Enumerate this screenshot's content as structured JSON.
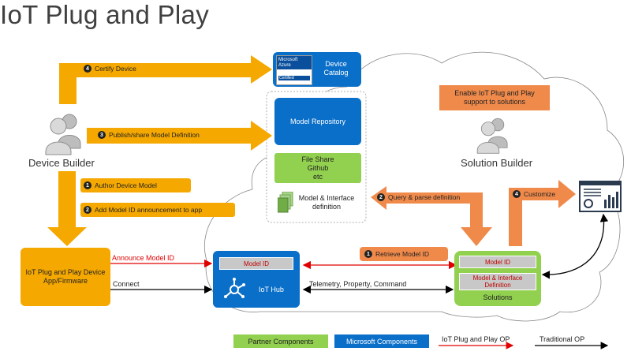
{
  "title": "IoT Plug and Play",
  "device_builder": "Device Builder",
  "solution_builder": "Solution Builder",
  "steps": {
    "certify": {
      "num": "4",
      "text": "Certify Device"
    },
    "publish": {
      "num": "3",
      "text": "Publish/share Model Definition"
    },
    "author": {
      "num": "1",
      "text": "Author Device Model"
    },
    "add_model_id": {
      "num": "2",
      "text": "Add Model ID announcement to app"
    },
    "query_parse": {
      "num": "2",
      "text": "Query & parse definition"
    },
    "customize": {
      "num": "4",
      "text": "Customize"
    },
    "retrieve": {
      "num": "1",
      "text": "Retrieve Model ID"
    }
  },
  "device_catalog": {
    "label": "Device Catalog",
    "badge_line1": "Microsoft",
    "badge_line2": "Azure",
    "badge_line3": "Certified"
  },
  "model_repository": "Model Repository",
  "file_share": "File Share\nGithub\netc",
  "model_interface_def": "Model & Interface\ndefinition",
  "enable_note": "Enable IoT Plug and Play\nsupport to solutions",
  "device_app": "IoT Plug and Play Device\nApp/Firmware",
  "iot_hub": {
    "model_id": "Model ID",
    "label": "IoT Hub"
  },
  "solutions": {
    "model_id": "Model ID",
    "model_def": "Model & Interface\nDefinition",
    "label": "Solutions"
  },
  "edges": {
    "announce": "Announce Model ID",
    "connect": "Connect",
    "telemetry": "Telemetry, Property, Command"
  },
  "legend": {
    "partner": "Partner Components",
    "microsoft": "Microsoft Components",
    "pnp_op": "IoT Plug and Play OP",
    "traditional_op": "Traditional OP"
  },
  "colors": {
    "orange": "#f5a800",
    "blue": "#0a6fc9",
    "green": "#92d14f",
    "red": "#e00000",
    "arrow_orange": "#f08a4b"
  }
}
